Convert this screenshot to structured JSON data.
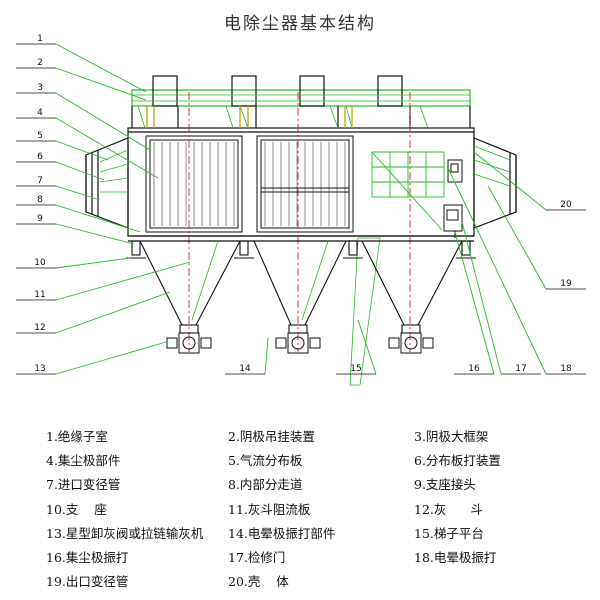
{
  "title": "电除尘器基本结构",
  "callouts": [
    "1",
    "2",
    "3",
    "4",
    "5",
    "6",
    "7",
    "8",
    "9",
    "10",
    "11",
    "12",
    "13",
    "14",
    "15",
    "16",
    "17",
    "18",
    "19",
    "20"
  ],
  "legend": [
    "1.绝缘子室",
    "2.阴极吊挂装置",
    "3.阴极大框架",
    "4.集尘极部件",
    "5.气流分布板",
    "6.分布板打装置",
    "7.进口变径管",
    "8.内部分走道",
    "9.支座接头",
    "10.支    座",
    "11.灰斗阻流板",
    "12.灰      斗",
    "13.星型卸灰阀或拉链输灰机",
    "14.电晕极振打部件",
    "15.梯子平台",
    "16.集尘极振打",
    "17.检修门",
    "18.电晕极振打",
    "19.出口变径管",
    "20.壳    体"
  ],
  "colors": {
    "green": "#22bb22",
    "red": "#cc2222",
    "black": "#111111"
  }
}
